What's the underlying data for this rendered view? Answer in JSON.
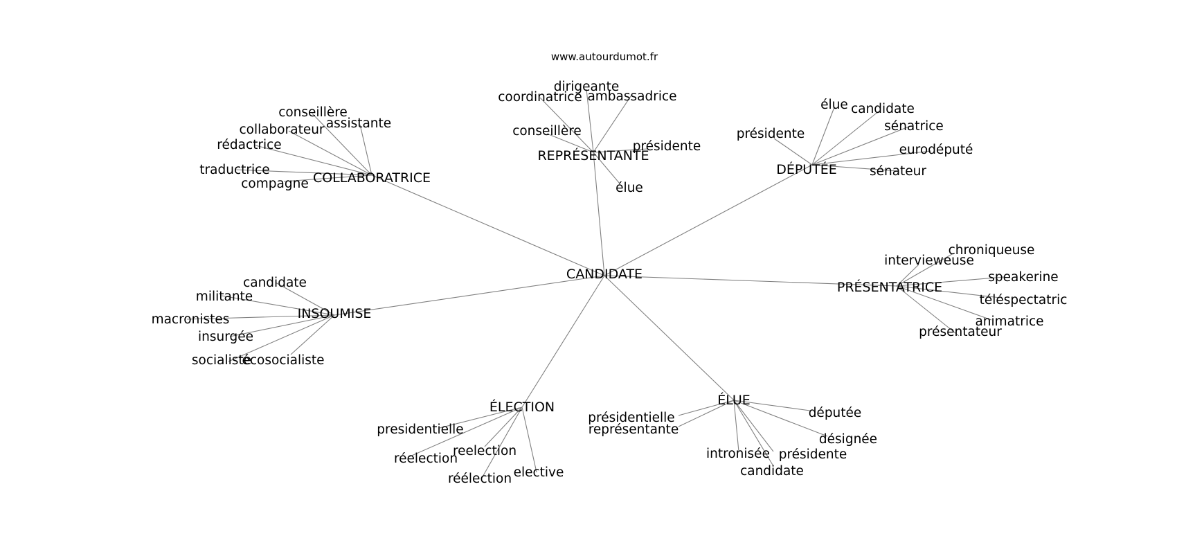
{
  "site": "www.autourdumot.fr",
  "root": "CANDIDATE",
  "clusters": [
    {
      "hub": "REPRÉSENTANTE",
      "words": [
        "dirigeante",
        "coordinatrice",
        "ambassadrice",
        "conseillère",
        "présidente",
        "élue"
      ]
    },
    {
      "hub": "DÉPUTÉE",
      "words": [
        "élue",
        "candidate",
        "présidente",
        "sénatrice",
        "eurodéputé",
        "sénateur"
      ]
    },
    {
      "hub": "COLLABORATRICE",
      "words": [
        "conseillère",
        "assistante",
        "collaborateur",
        "rédactrice",
        "traductrice",
        "compagne"
      ]
    },
    {
      "hub": "PRÉSENTATRICE",
      "words": [
        "chroniqueuse",
        "intervieweuse",
        "speakerine",
        "téléspectatric",
        "animatrice",
        "présentateur"
      ]
    },
    {
      "hub": "INSOUMISE",
      "words": [
        "candidate",
        "militante",
        "macronistes",
        "insurgée",
        "socialiste",
        "écosocialiste"
      ]
    },
    {
      "hub": "ÉLECTION",
      "words": [
        "presidentielle",
        "réelection",
        "reelection",
        "réélection",
        "elective"
      ]
    },
    {
      "hub": "ÉLUE",
      "words": [
        "présidentielle",
        "représentante",
        "députée",
        "désignée",
        "intronisée",
        "présidente",
        "candidate"
      ]
    }
  ]
}
